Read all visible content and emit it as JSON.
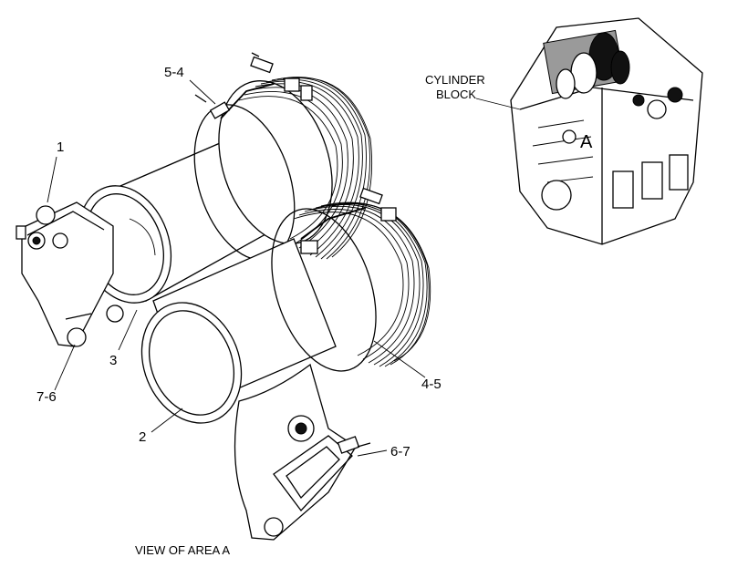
{
  "labels": {
    "item_1": "1",
    "item_5_4": "5-4",
    "item_3": "3",
    "item_7_6": "7-6",
    "item_2": "2",
    "item_4_5": "4-5",
    "item_6_7": "6-7",
    "cylinder_block_line1": "CYLINDER",
    "cylinder_block_line2": "BLOCK",
    "area_marker": "A",
    "view_caption": "VIEW OF AREA  A"
  }
}
